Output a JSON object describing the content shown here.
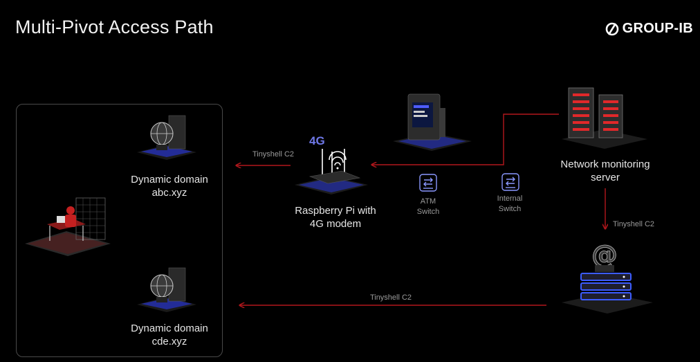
{
  "title": "Multi-Pivot Access Path",
  "brand": "GROUP-IB",
  "colors": {
    "arrow": "#b3171c",
    "accent": "#4e5cff",
    "server_glow": "#e0282a",
    "storage_glow": "#3c5cff"
  },
  "nodes": {
    "attacker": {
      "icon": "hacker-workstation-icon"
    },
    "domain_top": {
      "label_line1": "Dynamic domain",
      "label_line2": "abc.xyz",
      "icon": "globe-server-icon"
    },
    "domain_bottom": {
      "label_line1": "Dynamic domain",
      "label_line2": "cde.xyz",
      "icon": "globe-server-icon"
    },
    "raspberry": {
      "label_line1": "Raspberry Pi with",
      "label_line2": "4G modem",
      "badge": "4G",
      "icon": "router-icon"
    },
    "atm": {
      "icon": "atm-icon"
    },
    "atm_switch": {
      "label_line1": "ATM",
      "label_line2": "Switch",
      "icon": "switch-icon"
    },
    "internal_switch": {
      "label_line1": "Internal",
      "label_line2": "Switch",
      "icon": "switch-icon"
    },
    "nms": {
      "label_line1": "Network monitoring",
      "label_line2": "server",
      "icon": "server-towers-icon"
    },
    "mail": {
      "icon": "mail-server-icon"
    }
  },
  "edges": {
    "tinyshell_top": "Tinyshell C2",
    "tinyshell_right": "Tinyshell C2",
    "tinyshell_bottom": "Tinyshell C2"
  }
}
